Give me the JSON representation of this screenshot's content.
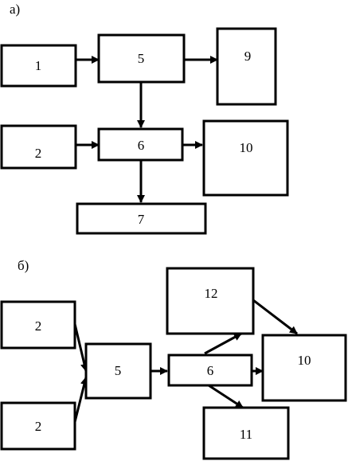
{
  "diagrams": [
    {
      "label": "а)",
      "blocks": [
        {
          "id": "a1",
          "text": "1"
        },
        {
          "id": "a5",
          "text": "5"
        },
        {
          "id": "a9",
          "text": "9"
        },
        {
          "id": "a2",
          "text": "2"
        },
        {
          "id": "a6",
          "text": "6"
        },
        {
          "id": "a10",
          "text": "10"
        },
        {
          "id": "a7",
          "text": "7"
        }
      ],
      "connections": [
        [
          "a1",
          "a5"
        ],
        [
          "a5",
          "a9"
        ],
        [
          "a5",
          "a6"
        ],
        [
          "a2",
          "a6"
        ],
        [
          "a6",
          "a10"
        ],
        [
          "a6",
          "a7"
        ]
      ]
    },
    {
      "label": "б)",
      "blocks": [
        {
          "id": "b2a",
          "text": "2"
        },
        {
          "id": "b2b",
          "text": "2"
        },
        {
          "id": "b5",
          "text": "5"
        },
        {
          "id": "b12",
          "text": "12"
        },
        {
          "id": "b6",
          "text": "6"
        },
        {
          "id": "b10",
          "text": "10"
        },
        {
          "id": "b11",
          "text": "11"
        }
      ],
      "connections": [
        [
          "b2a",
          "b5"
        ],
        [
          "b2b",
          "b5"
        ],
        [
          "b5",
          "b6"
        ],
        [
          "b6",
          "b12"
        ],
        [
          "b6",
          "b10"
        ],
        [
          "b6",
          "b11"
        ],
        [
          "b12",
          "b10"
        ]
      ]
    }
  ]
}
